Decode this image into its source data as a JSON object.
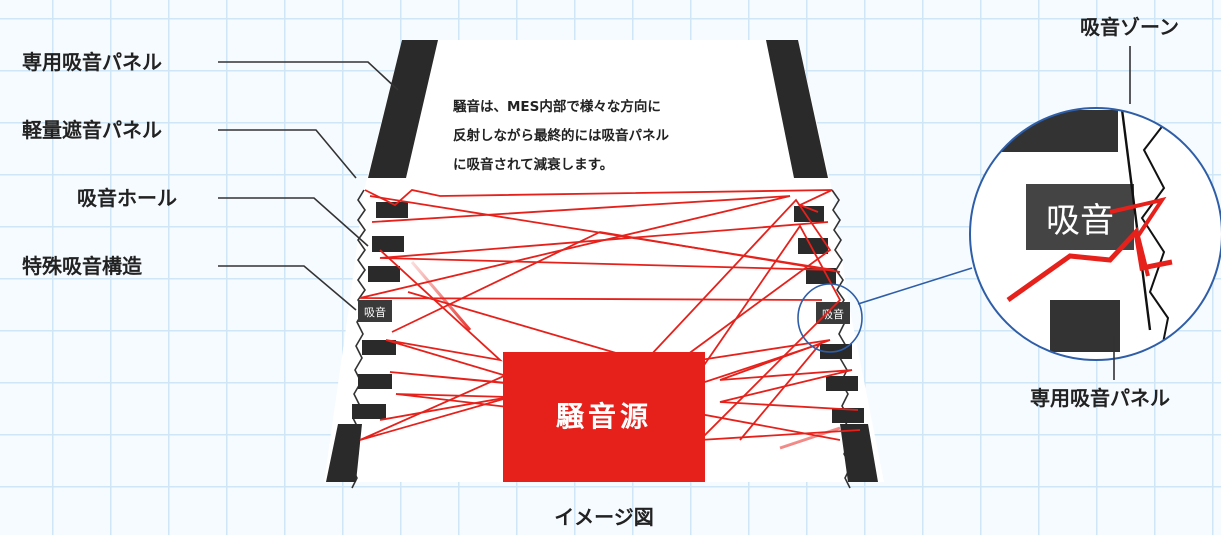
{
  "colors": {
    "noise_red": "#e6211b",
    "panel_dark": "#2a2a2a",
    "grid_blue": "#cfe6f7",
    "detail_circle": "#2f5ea8"
  },
  "labels": {
    "dedicated_panel": "専用吸音パネル",
    "light_panel": "軽量遮音パネル",
    "absorb_hole": "吸音ホール",
    "special_structure": "特殊吸音構造"
  },
  "description": {
    "line1": "騒音は、MES内部で様々な方向に",
    "line2": "反射しながら最終的には吸音パネル",
    "line3": "に吸音されて減衰します。"
  },
  "noise_source": "騒音源",
  "small_absorb_left": "吸音",
  "small_absorb_right": "吸音",
  "detail": {
    "zone_label": "吸音ゾーン",
    "absorb_text": "吸音",
    "panel_label": "専用吸音パネル"
  },
  "caption": "イメージ図"
}
